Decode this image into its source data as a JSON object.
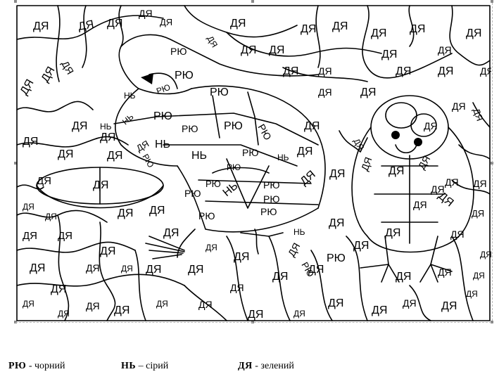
{
  "syllables": {
    "a": "ДЯ",
    "b": "РЮ",
    "c": "НЬ",
    "b_low": "рю",
    "c_low": "нь"
  },
  "legend": [
    {
      "code": "РЮ",
      "sep": " - ",
      "color_name": "чорний"
    },
    {
      "code": "НЬ",
      "sep": " – ",
      "color_name": "сірий"
    },
    {
      "code": "ДЯ",
      "sep": " - ",
      "color_name": "зелений"
    }
  ]
}
